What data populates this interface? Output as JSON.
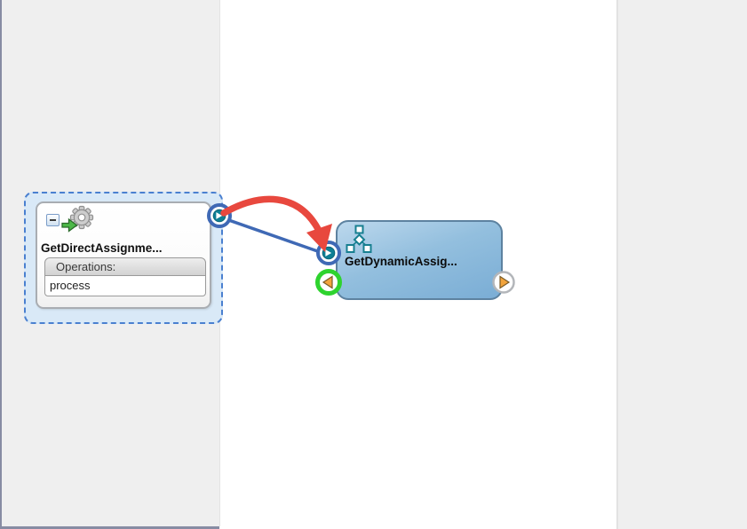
{
  "diagram": {
    "left_component": {
      "title": "GetDirectAssignme...",
      "operations_header": "Operations:",
      "operations": [
        "process"
      ],
      "state": "selected",
      "type_icon": "web-service-gear-icon",
      "collapse_icon": "minus-icon"
    },
    "right_component": {
      "title": "GetDynamicAssig...",
      "type_icon": "bpel-process-icon"
    },
    "connection": {
      "existing_wire_color": "#3f69b5",
      "drag_wire_color": "#e8483e",
      "valid_target_ring_color": "#2ed32e",
      "port_teal": "#0d7f95",
      "port_arrow_orange": "#f2a43c"
    },
    "colors": {
      "canvas_background": "#ffffff",
      "lane_background": "#efefef",
      "selection_fill": "#d9e9f7",
      "selection_border": "#4a80d0",
      "component_fill_top": "#bcd8ed",
      "component_fill_bottom": "#7aadd5",
      "component_border": "#5d82a0",
      "window_border": "#878ca3"
    }
  }
}
